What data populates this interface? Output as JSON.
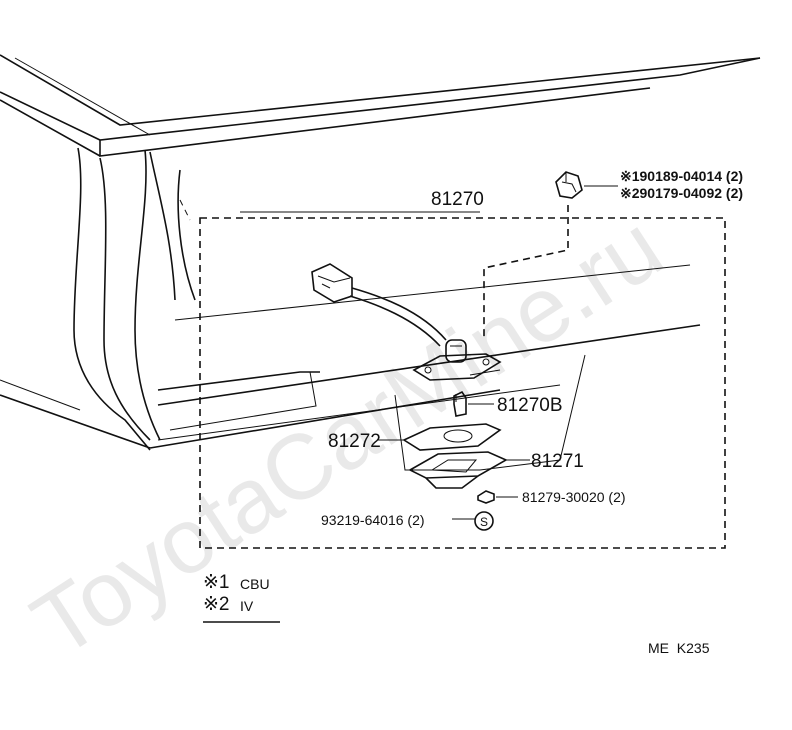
{
  "watermark": "ToyotaCarMine.ru",
  "parts": {
    "assembly": "81270",
    "bulb_socket": "81270B",
    "gasket": "81272",
    "lens": "81271",
    "nut": "81279-30020 (2)",
    "screw": "93219-64016 (2)",
    "screw_symbol": "S",
    "clip_1": "※190189-04014 (2)",
    "clip_2": "※290179-04092 (2)"
  },
  "legend": {
    "item_1_mark": "※1",
    "item_1_text": "CBU",
    "item_2_mark": "※2",
    "item_2_text": "IV"
  },
  "diagram_code": "ME  K235"
}
